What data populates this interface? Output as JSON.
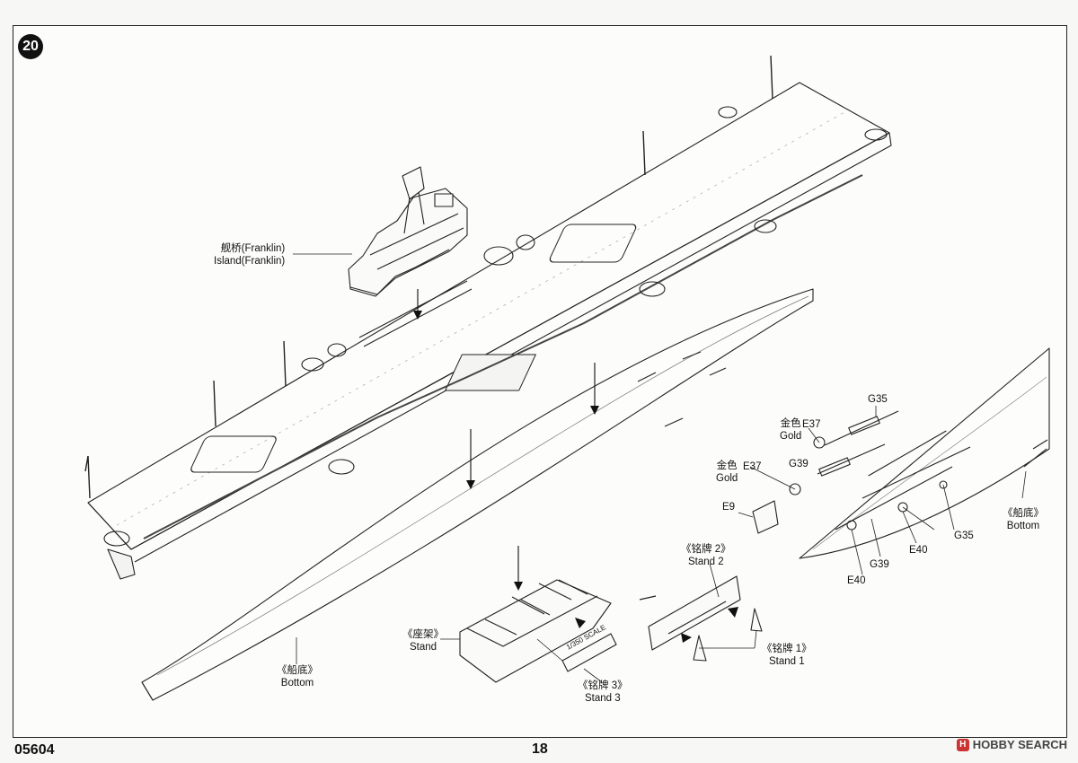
{
  "step": "20",
  "labels": {
    "island_cn": "舰桥(Franklin)",
    "island_en": "Island(Franklin)",
    "bottom_main_cn": "《船底》",
    "bottom_main_en": "Bottom",
    "stand_cn": "《座架》",
    "stand_en": "Stand",
    "stand3_cn": "《铭牌 3》",
    "stand3_en": "Stand 3",
    "stand2_cn": "《铭牌 2》",
    "stand2_en": "Stand 2",
    "stand1_cn": "《铭牌 1》",
    "stand1_en": "Stand 1",
    "bottom_side_cn": "《船底》",
    "bottom_side_en": "Bottom",
    "gold1_cn": "金色",
    "gold1_en": "Gold",
    "gold2_cn": "金色",
    "gold2_en": "Gold",
    "e37_a": "E37",
    "e37_b": "E37",
    "g35_a": "G35",
    "g35_b": "G35",
    "g39_a": "G39",
    "g39_b": "G39",
    "e40_a": "E40",
    "e40_b": "E40",
    "e9": "E9",
    "plate_text": "1/350 SCALE"
  },
  "footer": {
    "catalog": "05604",
    "page": "18"
  },
  "watermark": {
    "logo": "H",
    "text": "HOBBY SEARCH"
  }
}
